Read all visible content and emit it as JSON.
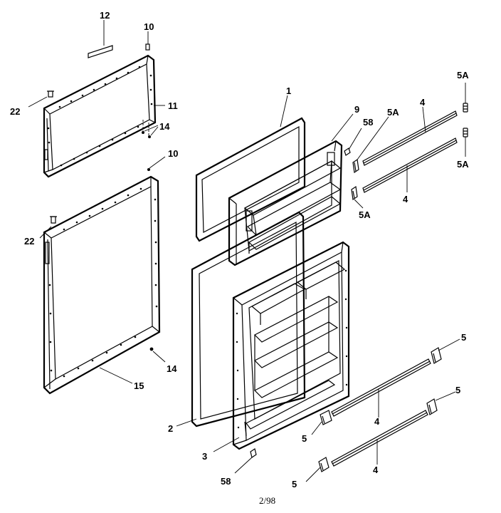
{
  "labels": {
    "p12": "12",
    "p10a": "10",
    "p22a": "22",
    "p11": "11",
    "p14a": "14",
    "p10b": "10",
    "p22b": "22",
    "p14b": "14",
    "p15": "15",
    "p1": "1",
    "p9": "9",
    "p58a": "58",
    "p5Aa": "5A",
    "p4a": "4",
    "p5Ab": "5A",
    "p5Ac": "5A",
    "p4b": "4",
    "p5Ad": "5A",
    "p5a": "5",
    "p5b": "5",
    "p4c": "4",
    "p5c": "5",
    "p2": "2",
    "p3": "3",
    "p4d": "4",
    "p58b": "58",
    "p5d": "5"
  },
  "footer": "2/98"
}
